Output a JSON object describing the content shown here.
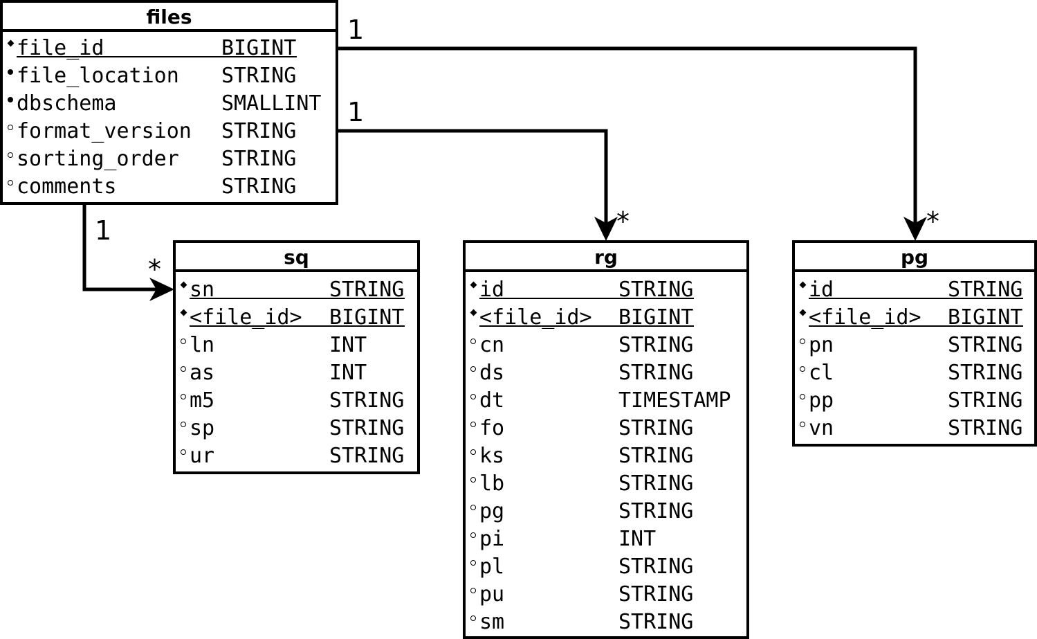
{
  "entities": [
    {
      "id": "files",
      "title": "files",
      "columns": [
        {
          "name": "file_id",
          "type": "BIGINT",
          "key": "primary"
        },
        {
          "name": "file_location",
          "type": "STRING",
          "key": "required"
        },
        {
          "name": "dbschema",
          "type": "SMALLINT",
          "key": "required"
        },
        {
          "name": "format_version",
          "type": "STRING",
          "key": "optional"
        },
        {
          "name": "sorting_order",
          "type": "STRING",
          "key": "optional"
        },
        {
          "name": "comments",
          "type": "STRING",
          "key": "optional"
        }
      ]
    },
    {
      "id": "sq",
      "title": "sq",
      "columns": [
        {
          "name": "sn",
          "type": "STRING",
          "key": "primary"
        },
        {
          "name": "<file_id>",
          "type": "BIGINT",
          "key": "primary"
        },
        {
          "name": "ln",
          "type": "INT",
          "key": "optional"
        },
        {
          "name": "as",
          "type": "INT",
          "key": "optional"
        },
        {
          "name": "m5",
          "type": "STRING",
          "key": "optional"
        },
        {
          "name": "sp",
          "type": "STRING",
          "key": "optional"
        },
        {
          "name": "ur",
          "type": "STRING",
          "key": "optional"
        }
      ]
    },
    {
      "id": "rg",
      "title": "rg",
      "columns": [
        {
          "name": "id",
          "type": "STRING",
          "key": "primary"
        },
        {
          "name": "<file_id>",
          "type": "BIGINT",
          "key": "primary"
        },
        {
          "name": "cn",
          "type": "STRING",
          "key": "optional"
        },
        {
          "name": "ds",
          "type": "STRING",
          "key": "optional"
        },
        {
          "name": "dt",
          "type": "TIMESTAMP",
          "key": "optional"
        },
        {
          "name": "fo",
          "type": "STRING",
          "key": "optional"
        },
        {
          "name": "ks",
          "type": "STRING",
          "key": "optional"
        },
        {
          "name": "lb",
          "type": "STRING",
          "key": "optional"
        },
        {
          "name": "pg",
          "type": "STRING",
          "key": "optional"
        },
        {
          "name": "pi",
          "type": "INT",
          "key": "optional"
        },
        {
          "name": "pl",
          "type": "STRING",
          "key": "optional"
        },
        {
          "name": "pu",
          "type": "STRING",
          "key": "optional"
        },
        {
          "name": "sm",
          "type": "STRING",
          "key": "optional"
        }
      ]
    },
    {
      "id": "pg",
      "title": "pg",
      "columns": [
        {
          "name": "id",
          "type": "STRING",
          "key": "primary"
        },
        {
          "name": "<file_id>",
          "type": "BIGINT",
          "key": "primary"
        },
        {
          "name": "pn",
          "type": "STRING",
          "key": "optional"
        },
        {
          "name": "cl",
          "type": "STRING",
          "key": "optional"
        },
        {
          "name": "pp",
          "type": "STRING",
          "key": "optional"
        },
        {
          "name": "vn",
          "type": "STRING",
          "key": "optional"
        }
      ]
    }
  ],
  "relationships": [
    {
      "id": "files-pg",
      "from": "files",
      "to": "pg",
      "from_label": "1",
      "to_label": "*"
    },
    {
      "id": "files-rg",
      "from": "files",
      "to": "rg",
      "from_label": "1",
      "to_label": "*"
    },
    {
      "id": "files-sq",
      "from": "files",
      "to": "sq",
      "from_label": "1",
      "to_label": "*"
    }
  ]
}
